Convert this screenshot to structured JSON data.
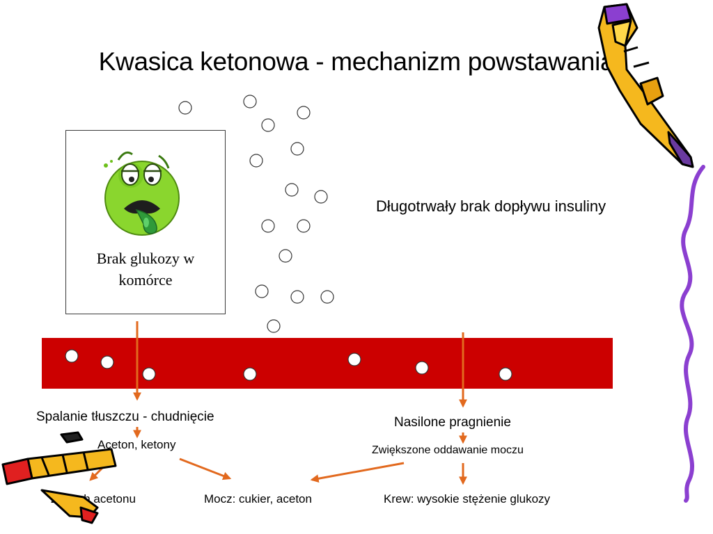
{
  "title": "Kwasica ketonowa - mechanizm powstawania",
  "cell": {
    "label_line1": "Brak glukozy w",
    "label_line2": "komórce"
  },
  "labels": {
    "insulin": "Długotrwały brak dopływu insuliny",
    "fat": "Spalanie tłuszczu - chudnięcie",
    "ketones": "Aceton, ketony",
    "thirst": "Nasilone pragnienie",
    "urine": "Zwiększone oddawanie moczu",
    "smell": "Zapach acetonu",
    "urine_content": "Mocz: cukier, aceton",
    "blood": "Krew: wysokie stężenie glukozy"
  },
  "icons": [
    "sick-face-icon",
    "pencil-clipart-icon",
    "crayon-clipart-icon",
    "squiggle-line-icon"
  ],
  "colors": {
    "vessel": "#cc0000",
    "arrow": "#e2691e",
    "face": "#7ed321"
  }
}
